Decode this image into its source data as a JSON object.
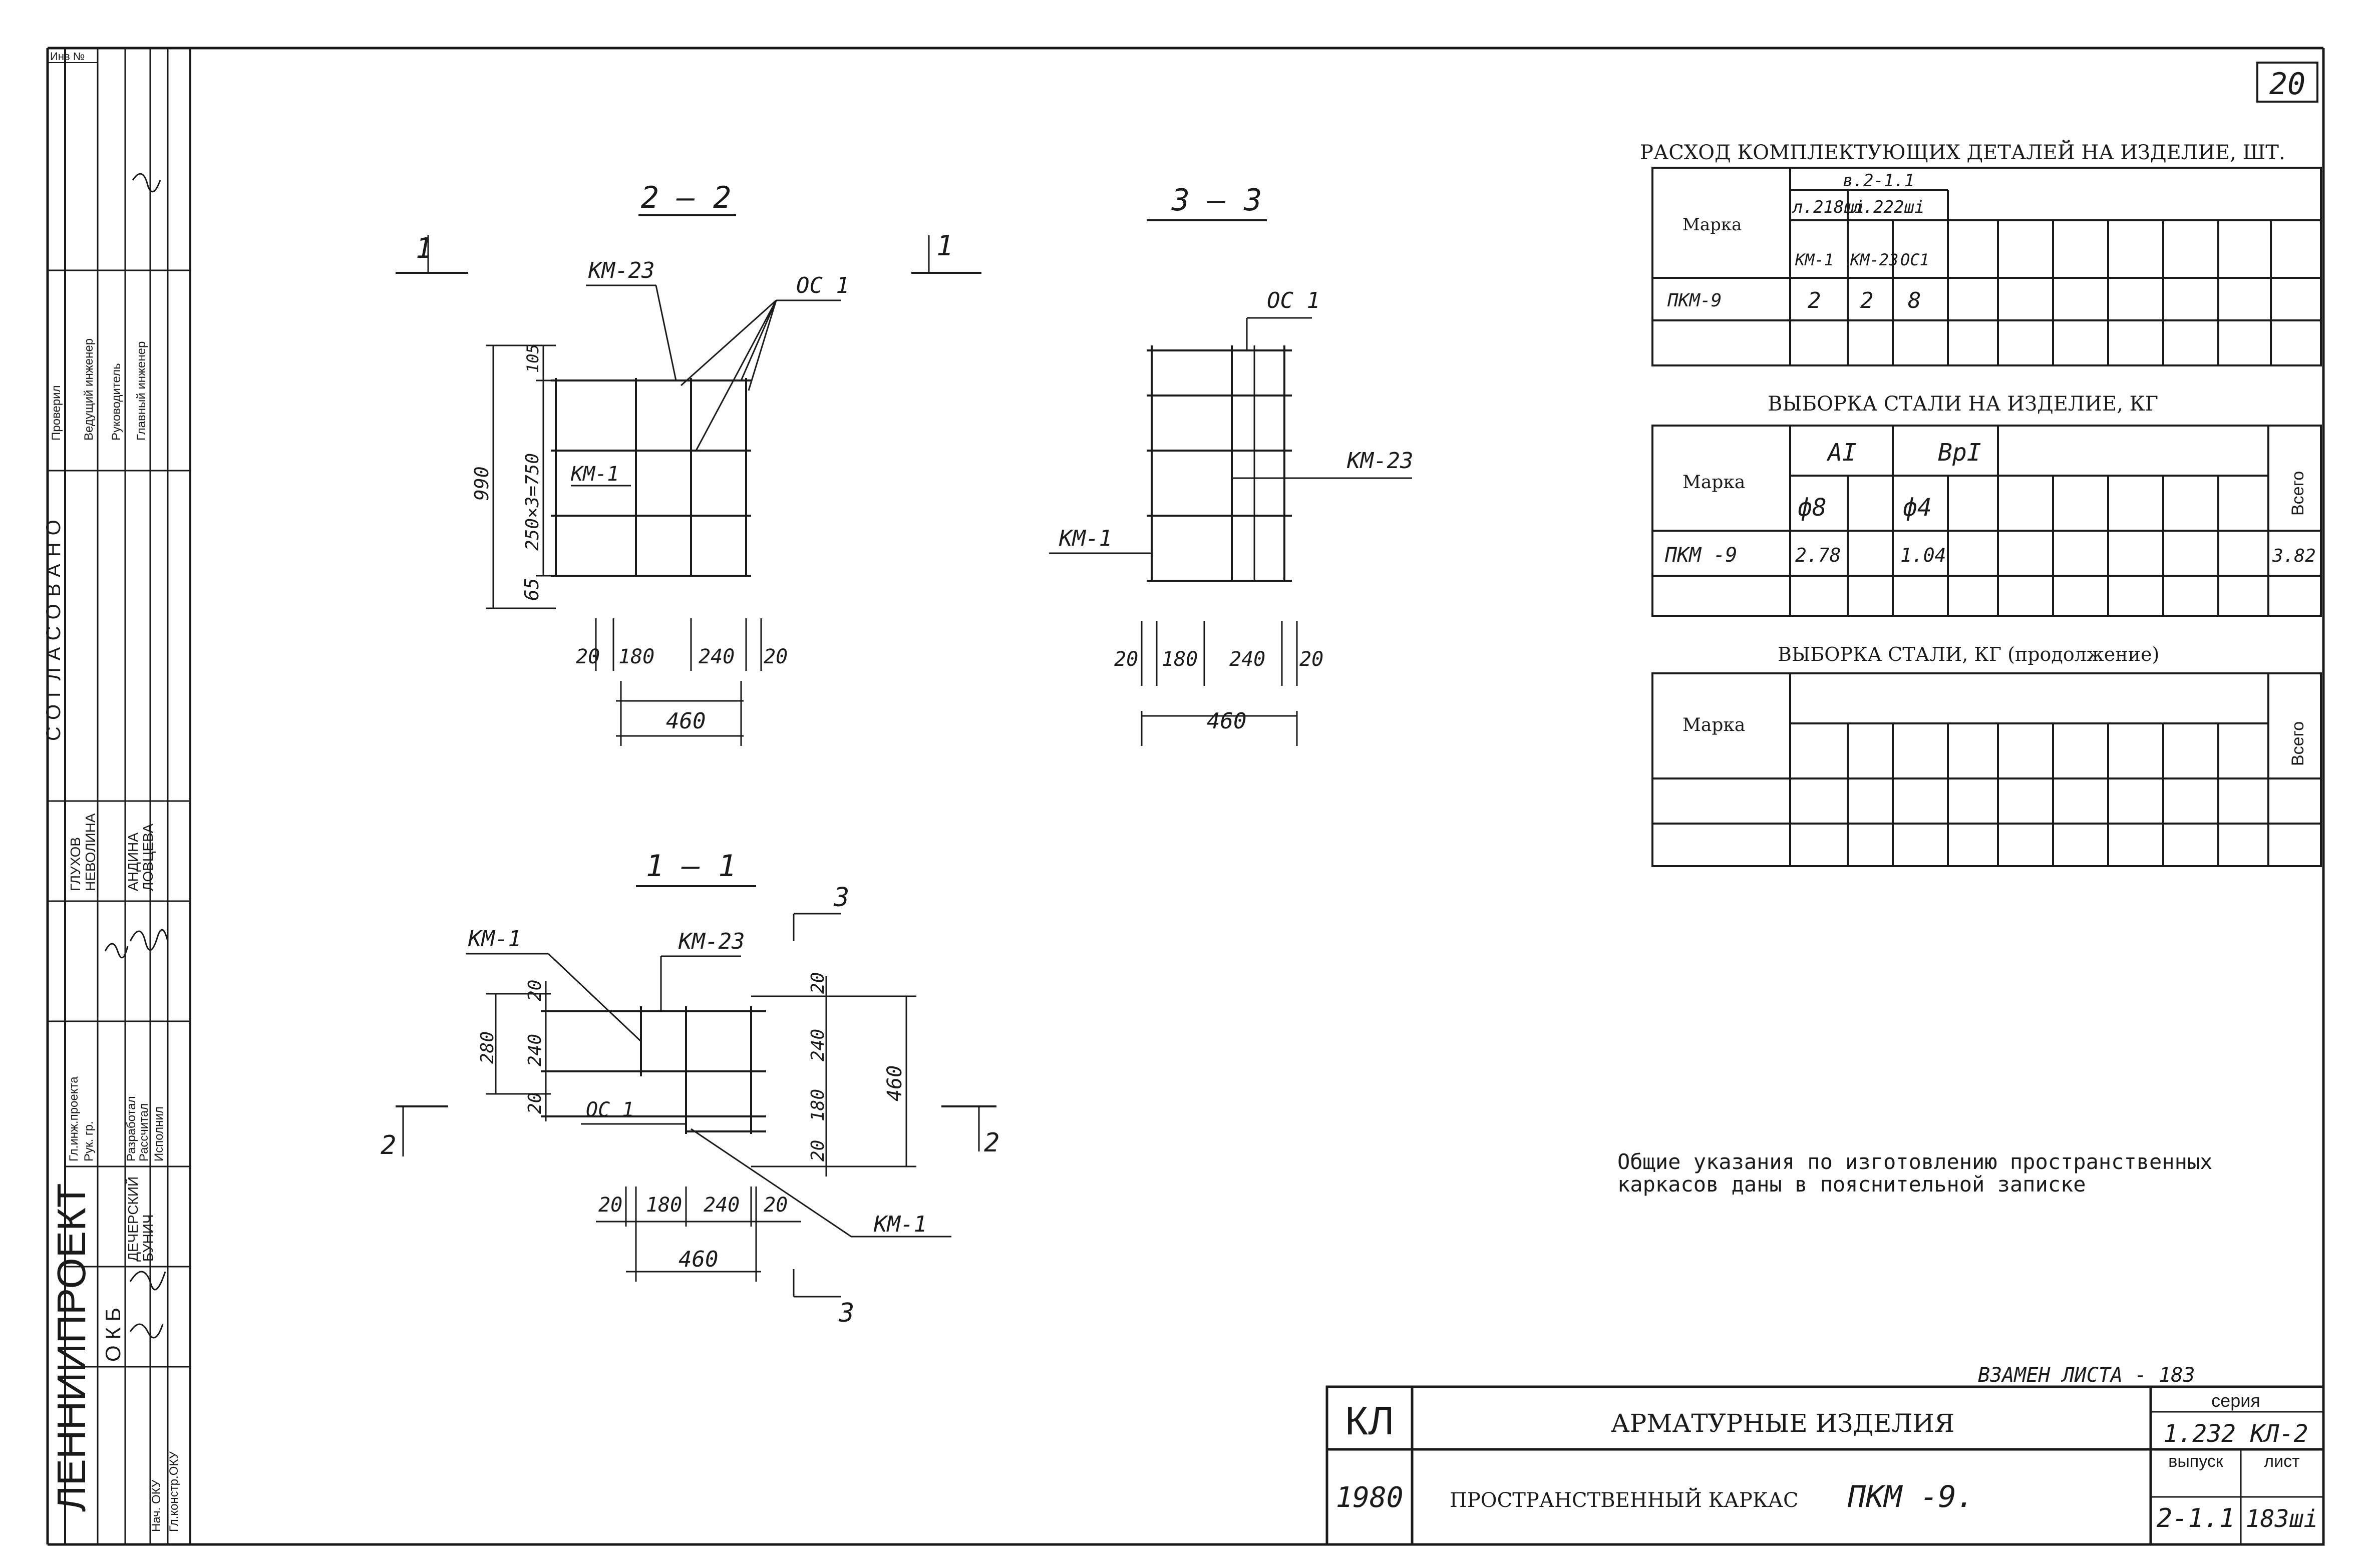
{
  "page_number": "20",
  "stamp": {
    "org": "ЛЕННИИПРОЕКТ",
    "okb": "О К Б",
    "agreed": "СОГЛАСОВАНО",
    "inv": "Инв №",
    "top_rows": [
      "Проверил",
      "Ведущий инженер",
      "Руководитель",
      "Главный инженер"
    ],
    "roles": [
      "Гл.инж.проекта",
      "Рук. гр.",
      "Разработал",
      "Рассчитал",
      "Исполнил",
      "Нач. ОКУ",
      "Гл.констр.ОКУ"
    ],
    "names": [
      "ГЛУХОВ",
      "НЕВОЛИНА",
      "АНДИНА",
      "ЛОВЦЕВА",
      "ДЕЧЕРСКИЙ",
      "БУНИЧ"
    ]
  },
  "section_22": {
    "title": "2 — 2",
    "labels": {
      "km23": "КМ-23",
      "oc1": "ОС 1",
      "km1": "КМ-1"
    },
    "cut": "1",
    "dims_h": [
      "20",
      "180",
      "240",
      "20"
    ],
    "dim_total": "460",
    "dims_v": [
      "990",
      "250×3=750",
      "65",
      "105"
    ]
  },
  "section_33": {
    "title": "3 — 3",
    "labels": {
      "oc1": "ОС 1",
      "km23": "КМ-23",
      "km1": "КМ-1"
    },
    "dims_h": [
      "20",
      "180",
      "240",
      "20"
    ],
    "dim_total": "460"
  },
  "section_11": {
    "title": "1 — 1",
    "labels": {
      "km1": "КМ-1",
      "km23": "КМ-23",
      "oc1": "ОС 1",
      "km1b": "КМ-1"
    },
    "cut_2": "2",
    "cut_3": "3",
    "dims_left": [
      "20",
      "240",
      "20",
      "280"
    ],
    "dims_right": [
      "20",
      "240",
      "180",
      "20",
      "460"
    ],
    "dims_h": [
      "20",
      "180",
      "240",
      "20"
    ],
    "dim_total": "460"
  },
  "components_table": {
    "title": "РАСХОД КОМПЛЕКТУЮЩИХ ДЕТАЛЕЙ НА ИЗДЕЛИЕ, ШТ.",
    "col_mark": "Марка",
    "group": "в.2-1.1",
    "subgroups": [
      "л.218ші",
      "л.222ші"
    ],
    "items": [
      "КМ-1",
      "КМ-23",
      "ОС1"
    ],
    "rows": [
      {
        "mark": "ПКМ-9",
        "values": [
          "2",
          "2",
          "8"
        ]
      }
    ]
  },
  "steel_table": {
    "title": "ВЫБОРКА СТАЛИ НА ИЗДЕЛИЕ, КГ",
    "col_mark": "Марка",
    "groups": [
      "АI",
      "ВрI"
    ],
    "diameters": [
      "ф8",
      "ф4"
    ],
    "total": "Всего",
    "rows": [
      {
        "mark": "ПКМ -9",
        "values": [
          "2.78",
          "1.04"
        ],
        "total": "3.82"
      }
    ]
  },
  "steel_table_cont": {
    "title": "ВЫБОРКА СТАЛИ, КГ (продолжение)",
    "col_mark": "Марка",
    "total": "Всего"
  },
  "note": [
    "Общие указания по изготовлению пространственных",
    "каркасов даны в пояснительной записке"
  ],
  "replace_note": "ВЗАМЕН ЛИСТА - 183",
  "title_block": {
    "code": "КЛ",
    "year": "1980",
    "title1": "АРМАТУРНЫЕ ИЗДЕЛИЯ",
    "title2": "ПРОСТРАНСТВЕННЫЙ КАРКАС",
    "mark": "ПКМ -9.",
    "series_label": "серия",
    "series": "1.232 КЛ-2",
    "issue_label": "выпуск",
    "issue": "2-1.1",
    "sheet_label": "лист",
    "sheet": "183ші"
  }
}
